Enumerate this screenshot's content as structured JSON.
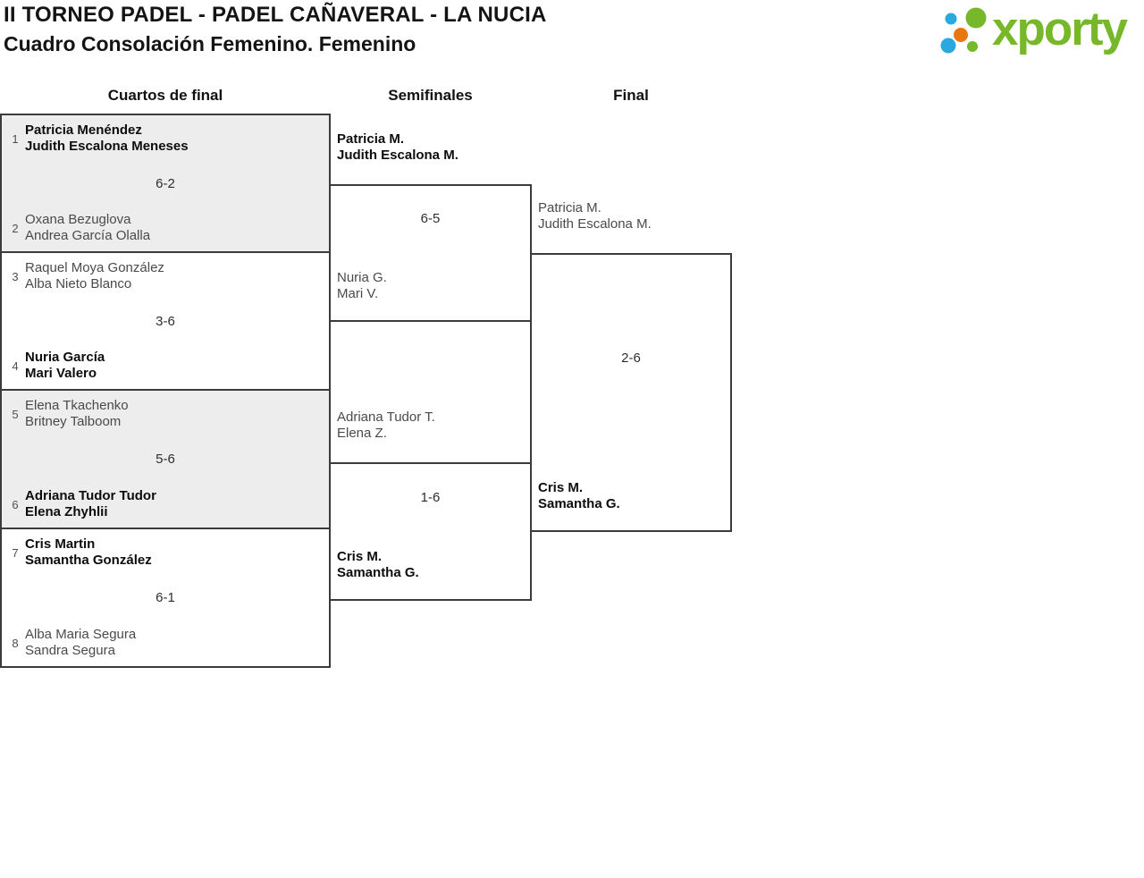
{
  "header": {
    "title": "II TORNEO PADEL - PADEL CAÑAVERAL - LA NUCIA",
    "subtitle": "Cuadro Consolación Femenino. Femenino"
  },
  "logo": {
    "brand": "xporty",
    "colors": {
      "green": "#76b82a",
      "blue": "#29a9e0",
      "orange": "#e87711"
    }
  },
  "rounds": [
    {
      "label": "Cuartos de final"
    },
    {
      "label": "Semifinales"
    },
    {
      "label": "Final"
    }
  ],
  "bracket": {
    "quarterfinals": [
      {
        "seed_top": "1",
        "team_top": [
          "Patricia Menéndez",
          "Judith Escalona Meneses"
        ],
        "top_winner": true,
        "score": "6-2",
        "seed_bottom": "2",
        "team_bottom": [
          "Oxana Bezuglova",
          "Andrea García Olalla"
        ],
        "bottom_winner": false
      },
      {
        "seed_top": "3",
        "team_top": [
          "Raquel Moya González",
          "Alba Nieto Blanco"
        ],
        "top_winner": false,
        "score": "3-6",
        "seed_bottom": "4",
        "team_bottom": [
          "Nuria García",
          "Mari Valero"
        ],
        "bottom_winner": true
      },
      {
        "seed_top": "5",
        "team_top": [
          "Elena Tkachenko",
          "Britney Talboom"
        ],
        "top_winner": false,
        "score": "5-6",
        "seed_bottom": "6",
        "team_bottom": [
          "Adriana Tudor Tudor",
          "Elena Zhyhlii"
        ],
        "bottom_winner": true
      },
      {
        "seed_top": "7",
        "team_top": [
          "Cris Martin",
          "Samantha González"
        ],
        "top_winner": true,
        "score": "6-1",
        "seed_bottom": "8",
        "team_bottom": [
          "Alba Maria Segura",
          "Sandra Segura"
        ],
        "bottom_winner": false
      }
    ],
    "semifinals": [
      {
        "team_top": [
          "Patricia M.",
          "Judith Escalona M."
        ],
        "top_winner": true,
        "score": "6-5",
        "team_bottom": [
          "Nuria G.",
          "Mari V."
        ],
        "bottom_winner": false
      },
      {
        "team_top": [
          "Adriana Tudor T.",
          "Elena Z."
        ],
        "top_winner": false,
        "score": "1-6",
        "team_bottom": [
          "Cris M.",
          "Samantha G."
        ],
        "bottom_winner": true
      }
    ],
    "final": {
      "team_top": [
        "Patricia M.",
        "Judith Escalona M."
      ],
      "top_winner": false,
      "score": "2-6",
      "team_bottom": [
        "Cris M.",
        "Samantha G."
      ],
      "bottom_winner": true
    }
  }
}
